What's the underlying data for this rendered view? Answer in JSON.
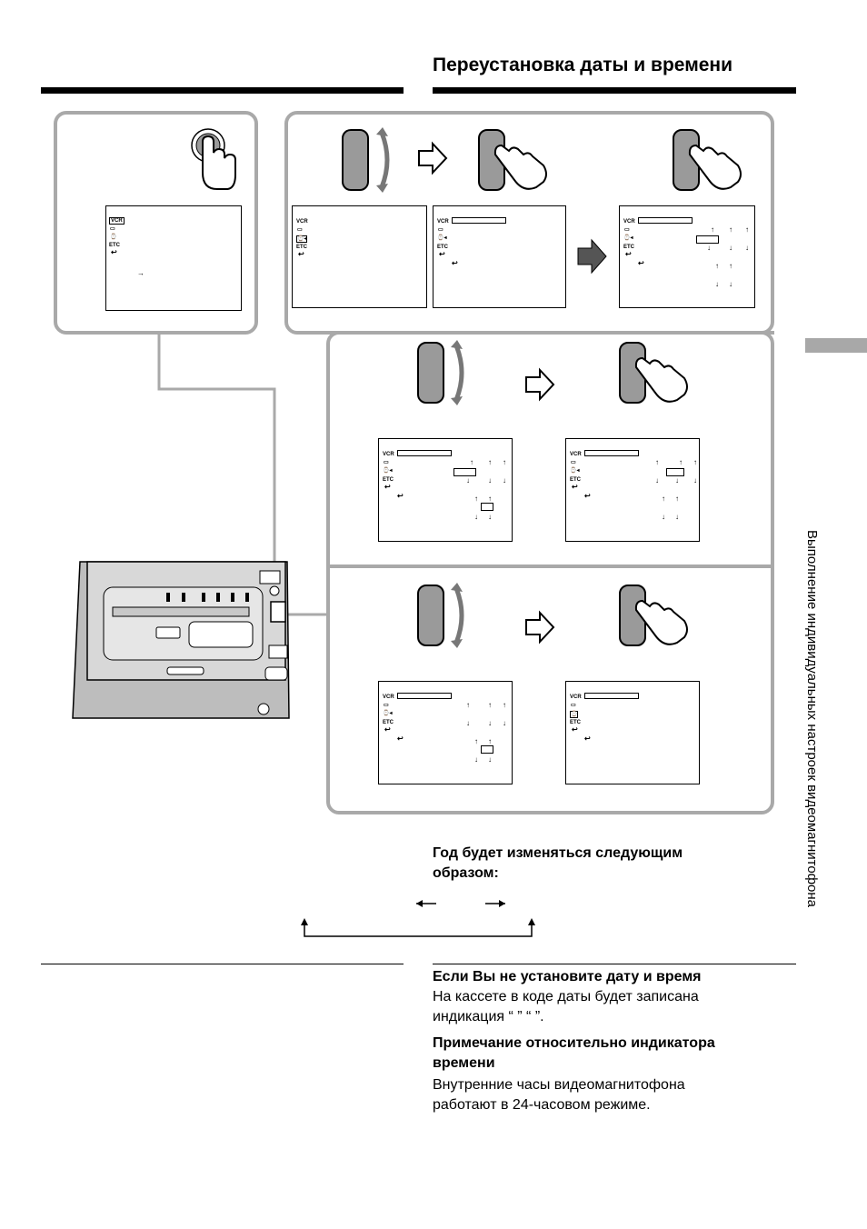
{
  "page": {
    "title": "Переустановка даты и времени",
    "side_label": "Выполнение индивидуальных настроек видеомагнитофона"
  },
  "year_section": {
    "heading": "Год будет изменяться следующим образом:"
  },
  "notes": [
    {
      "heading": "Если Вы не установите дату и время",
      "body": "На кассете в коде даты будет записана индикация “             ” “          ”."
    },
    {
      "heading": "Примечание относительно индикатора времени",
      "body": "Внутренние часы видеомагнитофона работают в 24-часовом режиме."
    }
  ],
  "lcd_labels": {
    "vcr": "VCR",
    "etc": "ETC",
    "return": "↩"
  },
  "colors": {
    "panel_border": "#a9a9a9",
    "arrow_fill": "#555555",
    "side_tab": "#a8a8a8"
  },
  "icons": [
    "menu-button-icon",
    "jog-dial-icon",
    "hand-press-icon",
    "outline-right-arrow-icon",
    "solid-right-arrow-icon",
    "vcr-device-icon"
  ]
}
